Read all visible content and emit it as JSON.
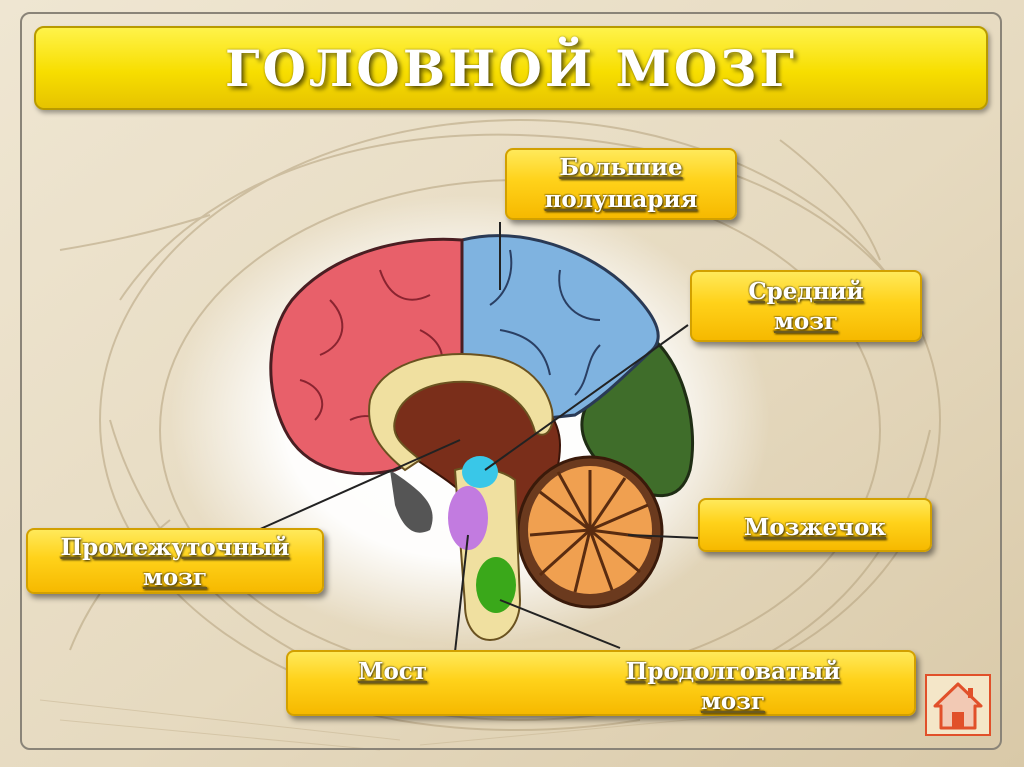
{
  "slide": {
    "title": "ГОЛОВНОЙ МОЗГ"
  },
  "buttons": {
    "hemispheres": {
      "line1": "Большие",
      "line2": "полушария"
    },
    "midbrain": {
      "line1": "Средний",
      "line2": "мозг"
    },
    "cerebellum": {
      "label": "Мозжечок"
    },
    "diencephalon": {
      "line1": "Промежуточный",
      "line2": "мозг"
    },
    "pons": {
      "label": "Мост"
    },
    "medulla": {
      "line1": "Продолговатый",
      "line2": "мозг"
    }
  },
  "navigation": {
    "home_icon": "home-icon"
  },
  "colors": {
    "title_yellow": "#f7de00",
    "button_yellow": "#ffd21a",
    "hemisphere_front": "#e8606a",
    "hemisphere_back": "#7fb3e0",
    "cerebellum_cortex": "#f0a050",
    "cerebellum_body": "#6b3a1e",
    "occipital_green": "#3f6d2a",
    "midbrain_cyan": "#39c7e8",
    "pons_violet": "#c27be0",
    "medulla_green": "#3aa81a",
    "corpus_callosum": "#f0e0a0",
    "home_accent": "#e1502a"
  }
}
